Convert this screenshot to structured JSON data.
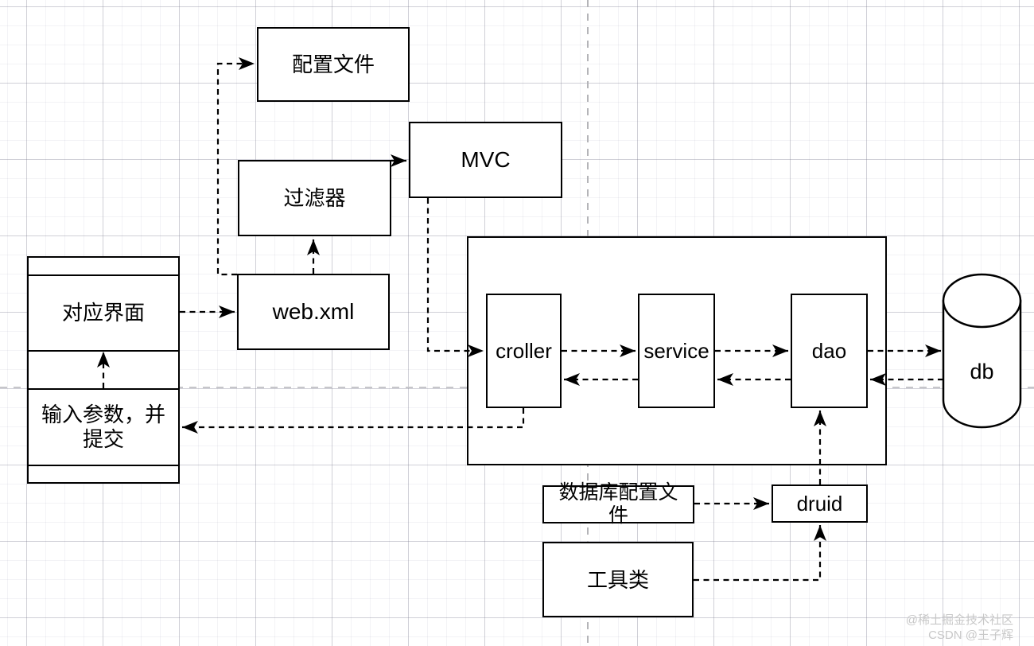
{
  "nodes": {
    "config_file": {
      "label": "配置文件"
    },
    "filter": {
      "label": "过滤器"
    },
    "mvc": {
      "label": "MVC"
    },
    "web_xml": {
      "label": "web.xml"
    },
    "ui_screen": {
      "label": "对应界面"
    },
    "ui_input": {
      "line1": "输入参数，并",
      "line2": "提交"
    },
    "croller": {
      "label": "croller"
    },
    "service": {
      "label": "service"
    },
    "dao": {
      "label": "dao"
    },
    "db": {
      "label": "db"
    },
    "db_config": {
      "line1": "数据库配置文",
      "line2": "件"
    },
    "druid": {
      "label": "druid"
    },
    "utility": {
      "label": "工具类"
    }
  },
  "watermark": {
    "line1": "@稀土掘金技术社区",
    "line2": "CSDN @王子辉"
  },
  "colors": {
    "stroke": "#000000",
    "shape_fill": "#ffffff",
    "grid_minor": "#f3f3f6",
    "grid_major": "#e2e2e6",
    "page_guide": "#b4b4b8",
    "watermark_text": "#c8c8c8"
  }
}
